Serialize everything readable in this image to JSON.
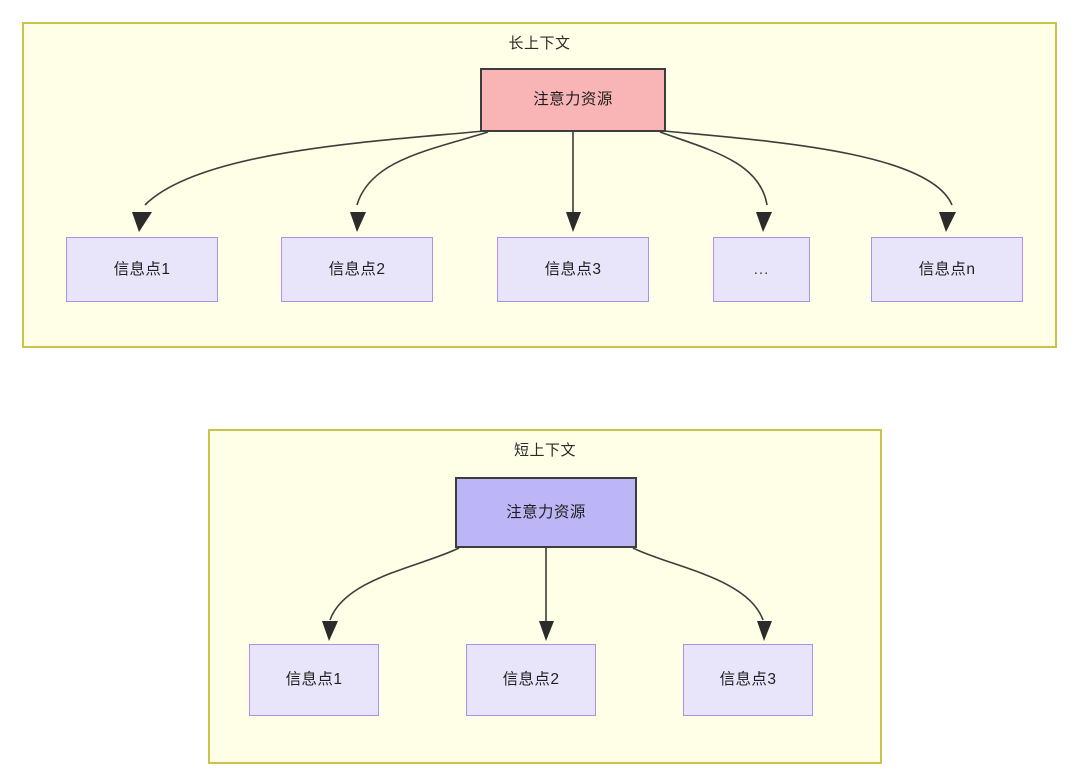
{
  "diagram": {
    "title_long": "长上下文",
    "title_short": "短上下文",
    "attention_label": "注意力资源",
    "colors": {
      "panel_fill": "#fffee6",
      "panel_border": "#c8c44a",
      "attention_long_fill": "#f9b4b6",
      "attention_short_fill": "#bdb6f6",
      "node_border_dark": "#3d3d3d",
      "info_fill": "#e8e5fb",
      "info_border": "#ae90e8",
      "edge_stroke": "#3d3d3d"
    }
  },
  "panels": [
    {
      "name": "long-context",
      "title": "长上下文",
      "root": {
        "label": "注意力资源"
      },
      "children": [
        {
          "label": "信息点1"
        },
        {
          "label": "信息点2"
        },
        {
          "label": "信息点3"
        },
        {
          "label": "..."
        },
        {
          "label": "信息点n"
        }
      ]
    },
    {
      "name": "short-context",
      "title": "短上下文",
      "root": {
        "label": "注意力资源"
      },
      "children": [
        {
          "label": "信息点1"
        },
        {
          "label": "信息点2"
        },
        {
          "label": "信息点3"
        }
      ]
    }
  ]
}
